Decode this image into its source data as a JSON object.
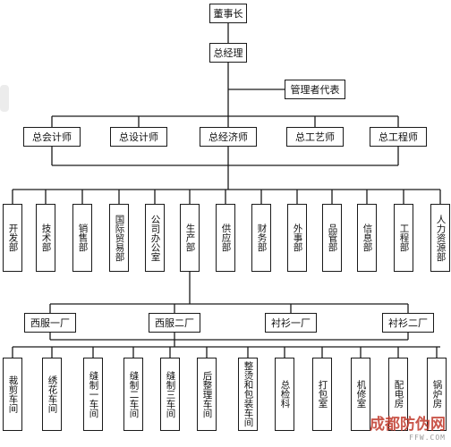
{
  "top": "董事长",
  "gm": "总经理",
  "rep": "管理者代表",
  "chiefs": [
    "总会计师",
    "总设计师",
    "总经济师",
    "总工艺师",
    "总工程师"
  ],
  "departments": [
    "开发部",
    "技术部",
    "销售部",
    "国际贸易部",
    "公司办公室",
    "生产部",
    "供应部",
    "财务部",
    "外事部",
    "品管部",
    "信息部",
    "工程部",
    "人力资源部"
  ],
  "factories": [
    "西服一厂",
    "西服二厂",
    "衬衫一厂",
    "衬衫二厂"
  ],
  "workshops": [
    "裁剪车间",
    "绣花车间",
    "缝制一车间",
    "缝制二车间",
    "缝制三车间",
    "后整理车间",
    "整烫和包装车间",
    "总检科",
    "打包室",
    "机修室",
    "配电房",
    "锅炉房"
  ],
  "watermark": {
    "title": "成都防伪网",
    "url": "FFW.COM"
  }
}
